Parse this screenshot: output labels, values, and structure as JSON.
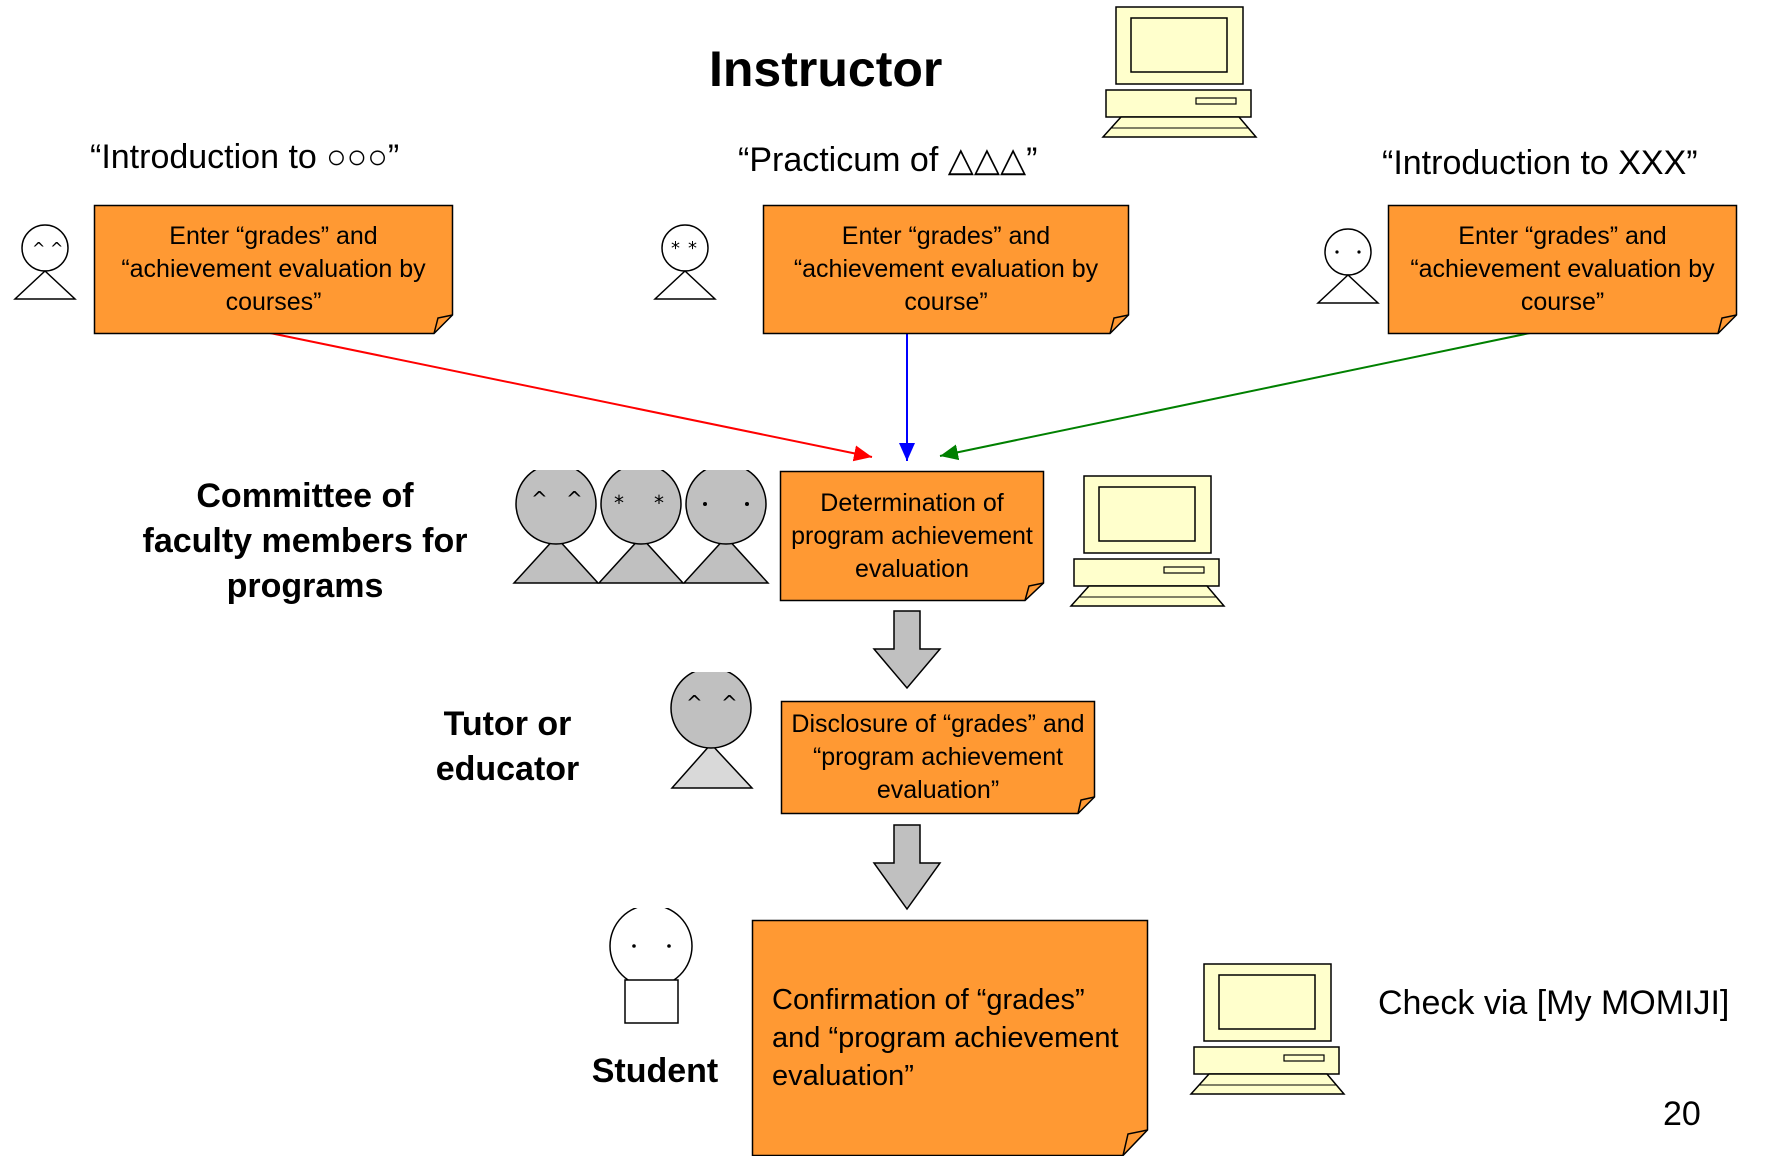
{
  "title": "Instructor",
  "courses": [
    {
      "name": "“Introduction to ○○○”",
      "note": "Enter “grades” and “achievement evaluation by courses”"
    },
    {
      "name": "“Practicum of △△△”",
      "note": "Enter “grades” and “achievement evaluation by course”"
    },
    {
      "name": "“Introduction to XXX”",
      "note": "Enter “grades” and “achievement evaluation by course”"
    }
  ],
  "committee": {
    "label": "Committee of faculty members for programs",
    "note": "Determination of program achievement evaluation"
  },
  "tutor": {
    "label": "Tutor or educator",
    "note": "Disclosure of “grades” and “program achievement evaluation”"
  },
  "student": {
    "label": "Student",
    "note": "Confirmation of “grades” and “program achievement evaluation”"
  },
  "check_text": "Check via [My MOMIJI]",
  "page_number": "20",
  "colors": {
    "note_fill": "#FF9933",
    "arrow_red": "#FF0000",
    "arrow_blue": "#0000FF",
    "arrow_green": "#008000",
    "person_gray": "#C0C0C0",
    "computer_fill": "#FFFFCC"
  },
  "icons": [
    "computer-icon",
    "person-icon",
    "down-arrow-icon"
  ]
}
